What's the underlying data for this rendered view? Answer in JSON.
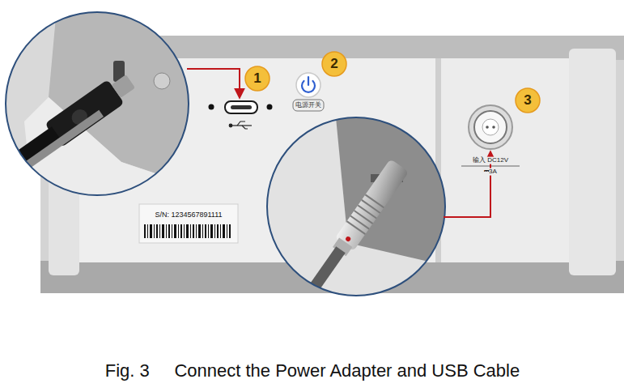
{
  "diagram": {
    "caption": "Fig. 3     Connect the Power Adapter and USB Cable",
    "labels": [
      "1",
      "2",
      "3",
      "电源开关",
      "输入 DC12V",
      "⎓3A",
      "S/N: 1234567891111"
    ]
  }
}
